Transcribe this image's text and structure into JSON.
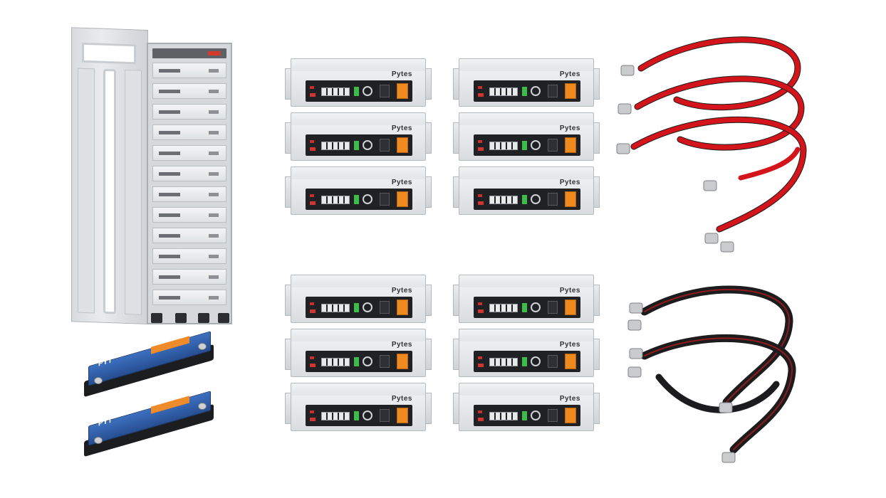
{
  "scene": {
    "description_items": [
      "cabinet",
      "battery-modules",
      "bus-bars",
      "red-cables",
      "black-cables"
    ]
  },
  "battery": {
    "brand": "Pytes",
    "count": 12
  },
  "busbar": {
    "brand": "PYT"
  },
  "colors": {
    "cabinet": "#d9dcdf",
    "battery_case": "#e3e6e8",
    "face": "#1f2124",
    "terminal_orange": "#ef8a1f",
    "busbar_blue": "#2f5fab",
    "cable_red": "#d3141a",
    "cable_black": "#1c1c1e",
    "lug": "#c9cbcd"
  }
}
